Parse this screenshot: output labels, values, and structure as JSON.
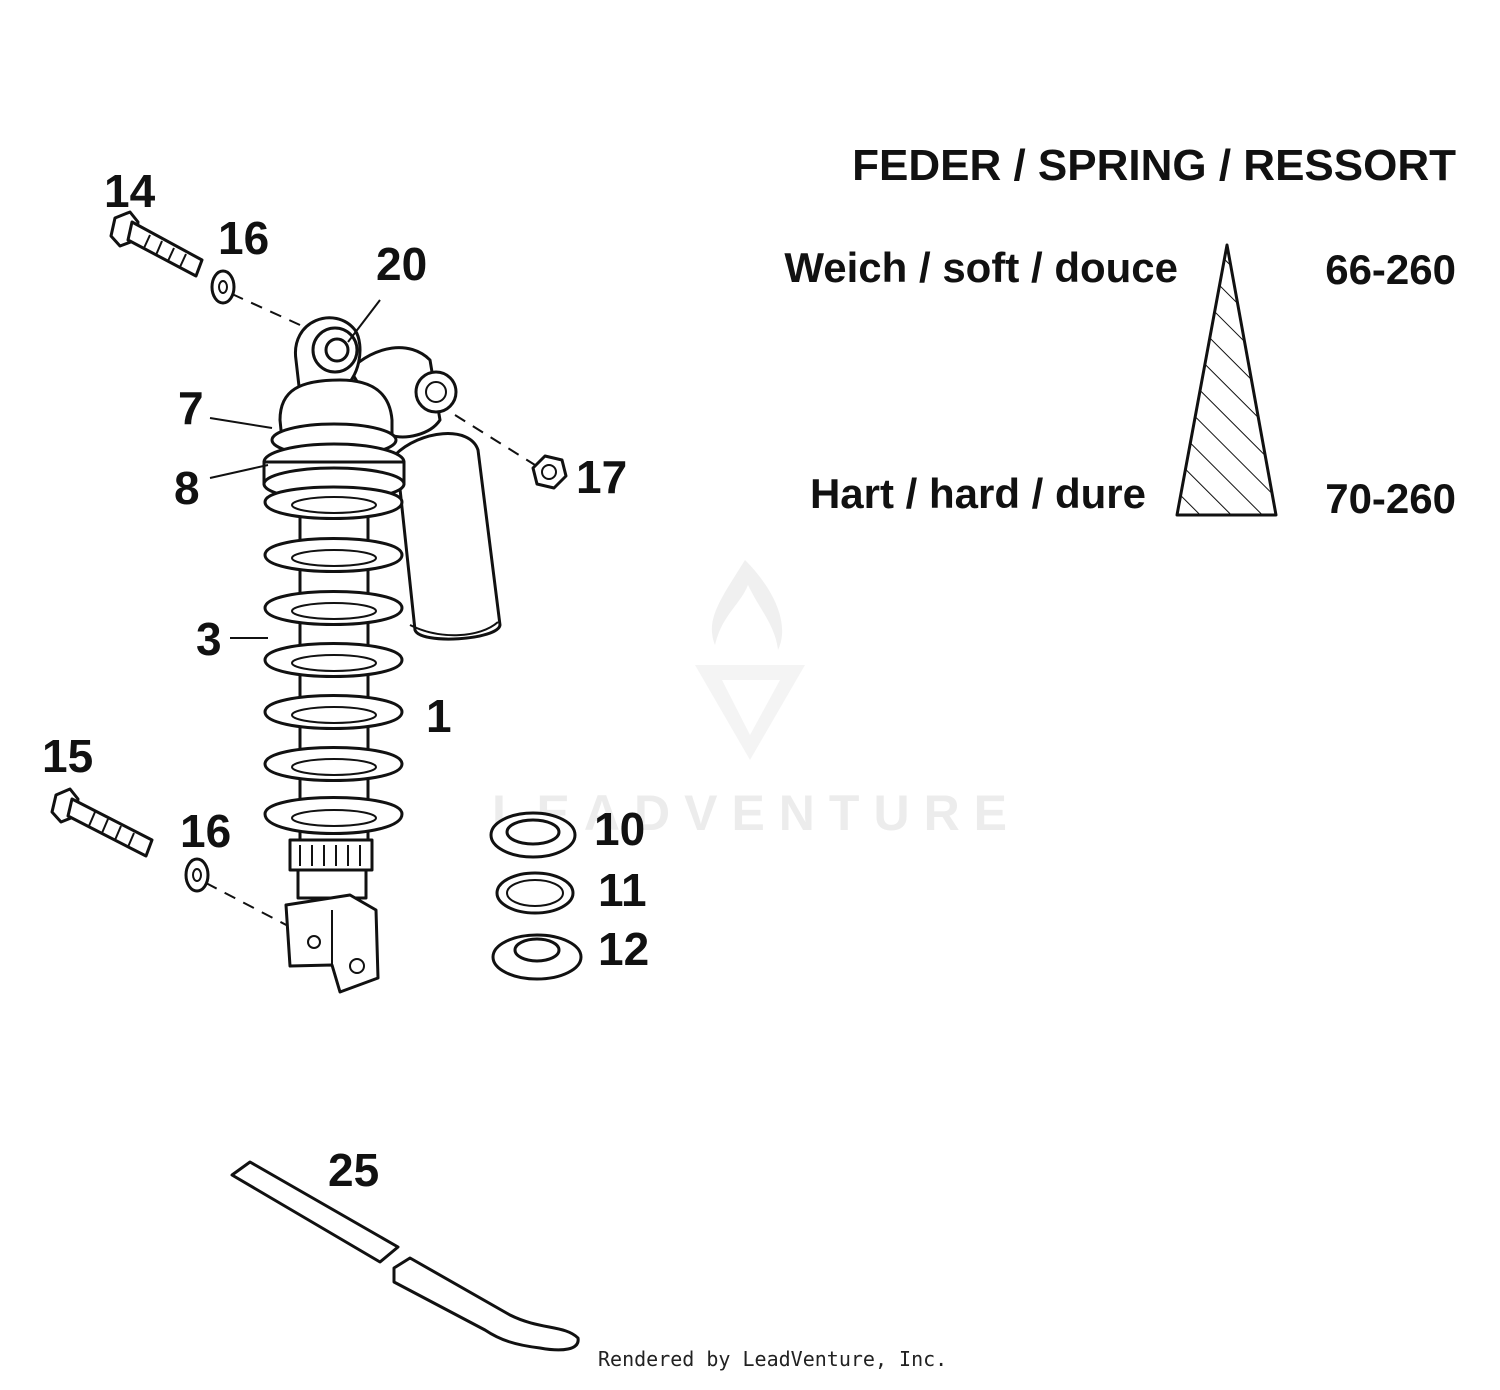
{
  "legend": {
    "title": "FEDER / SPRING / RESSORT",
    "soft_label": "Weich / soft / douce",
    "soft_value": "66-260",
    "hard_label": "Hart / hard / dure",
    "hard_value": "70-260"
  },
  "callouts": {
    "c14": "14",
    "c16a": "16",
    "c20": "20",
    "c7": "7",
    "c8": "8",
    "c17": "17",
    "c3": "3",
    "c1": "1",
    "c15": "15",
    "c16b": "16",
    "c10": "10",
    "c11": "11",
    "c12": "12",
    "c25": "25"
  },
  "watermark": {
    "text": "LEADVENTURE"
  },
  "footer": {
    "credit": "Rendered by LeadVenture, Inc."
  }
}
